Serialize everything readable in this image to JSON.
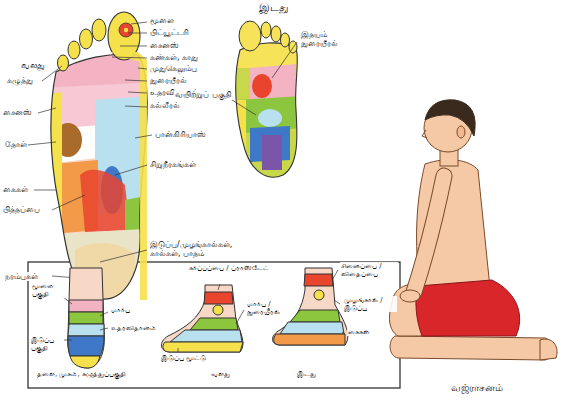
{
  "diagram": {
    "labels": [
      "இடது",
      "வலது",
      "மூளை",
      "பிட்யூட்டரி",
      "சைனஸ்",
      "கண்கள், காது",
      "முதுகெலும்பு",
      "நுரையீரல்",
      "உதரவிதானம்",
      "கல்லீரல்",
      "பான்கிரியாஸ்",
      "சிறுநீரகங்கள்",
      "கழுத்து",
      "சைனஸ்",
      "தோள்",
      "கைகள்",
      "பித்தப்பை",
      "நரம்புகள்",
      "இடுப்பு/முழங்கால்கள், கால்கள், பாதம்",
      "இதயம் நுரையீரல்",
      "வயிற்றுப் பகுதி",
      "மூளை பகுதி",
      "மார்பு",
      "இடுப்பு பகுதி",
      "உதரவிதானம்",
      "தலை, முகம், கழுத்துப்பகுதி",
      "கர்ப்பப்பை / ப்ராஸ்டேட்",
      "மார்பு / நுரையீரல்",
      "இடுப்பு மூட்டு",
      "வலது",
      "சினைப்பை / விதைப்பை",
      "முழங்கால் / இடுப்பு",
      "கைகள்",
      "இடது",
      "வஜ்ராசனம்"
    ]
  }
}
